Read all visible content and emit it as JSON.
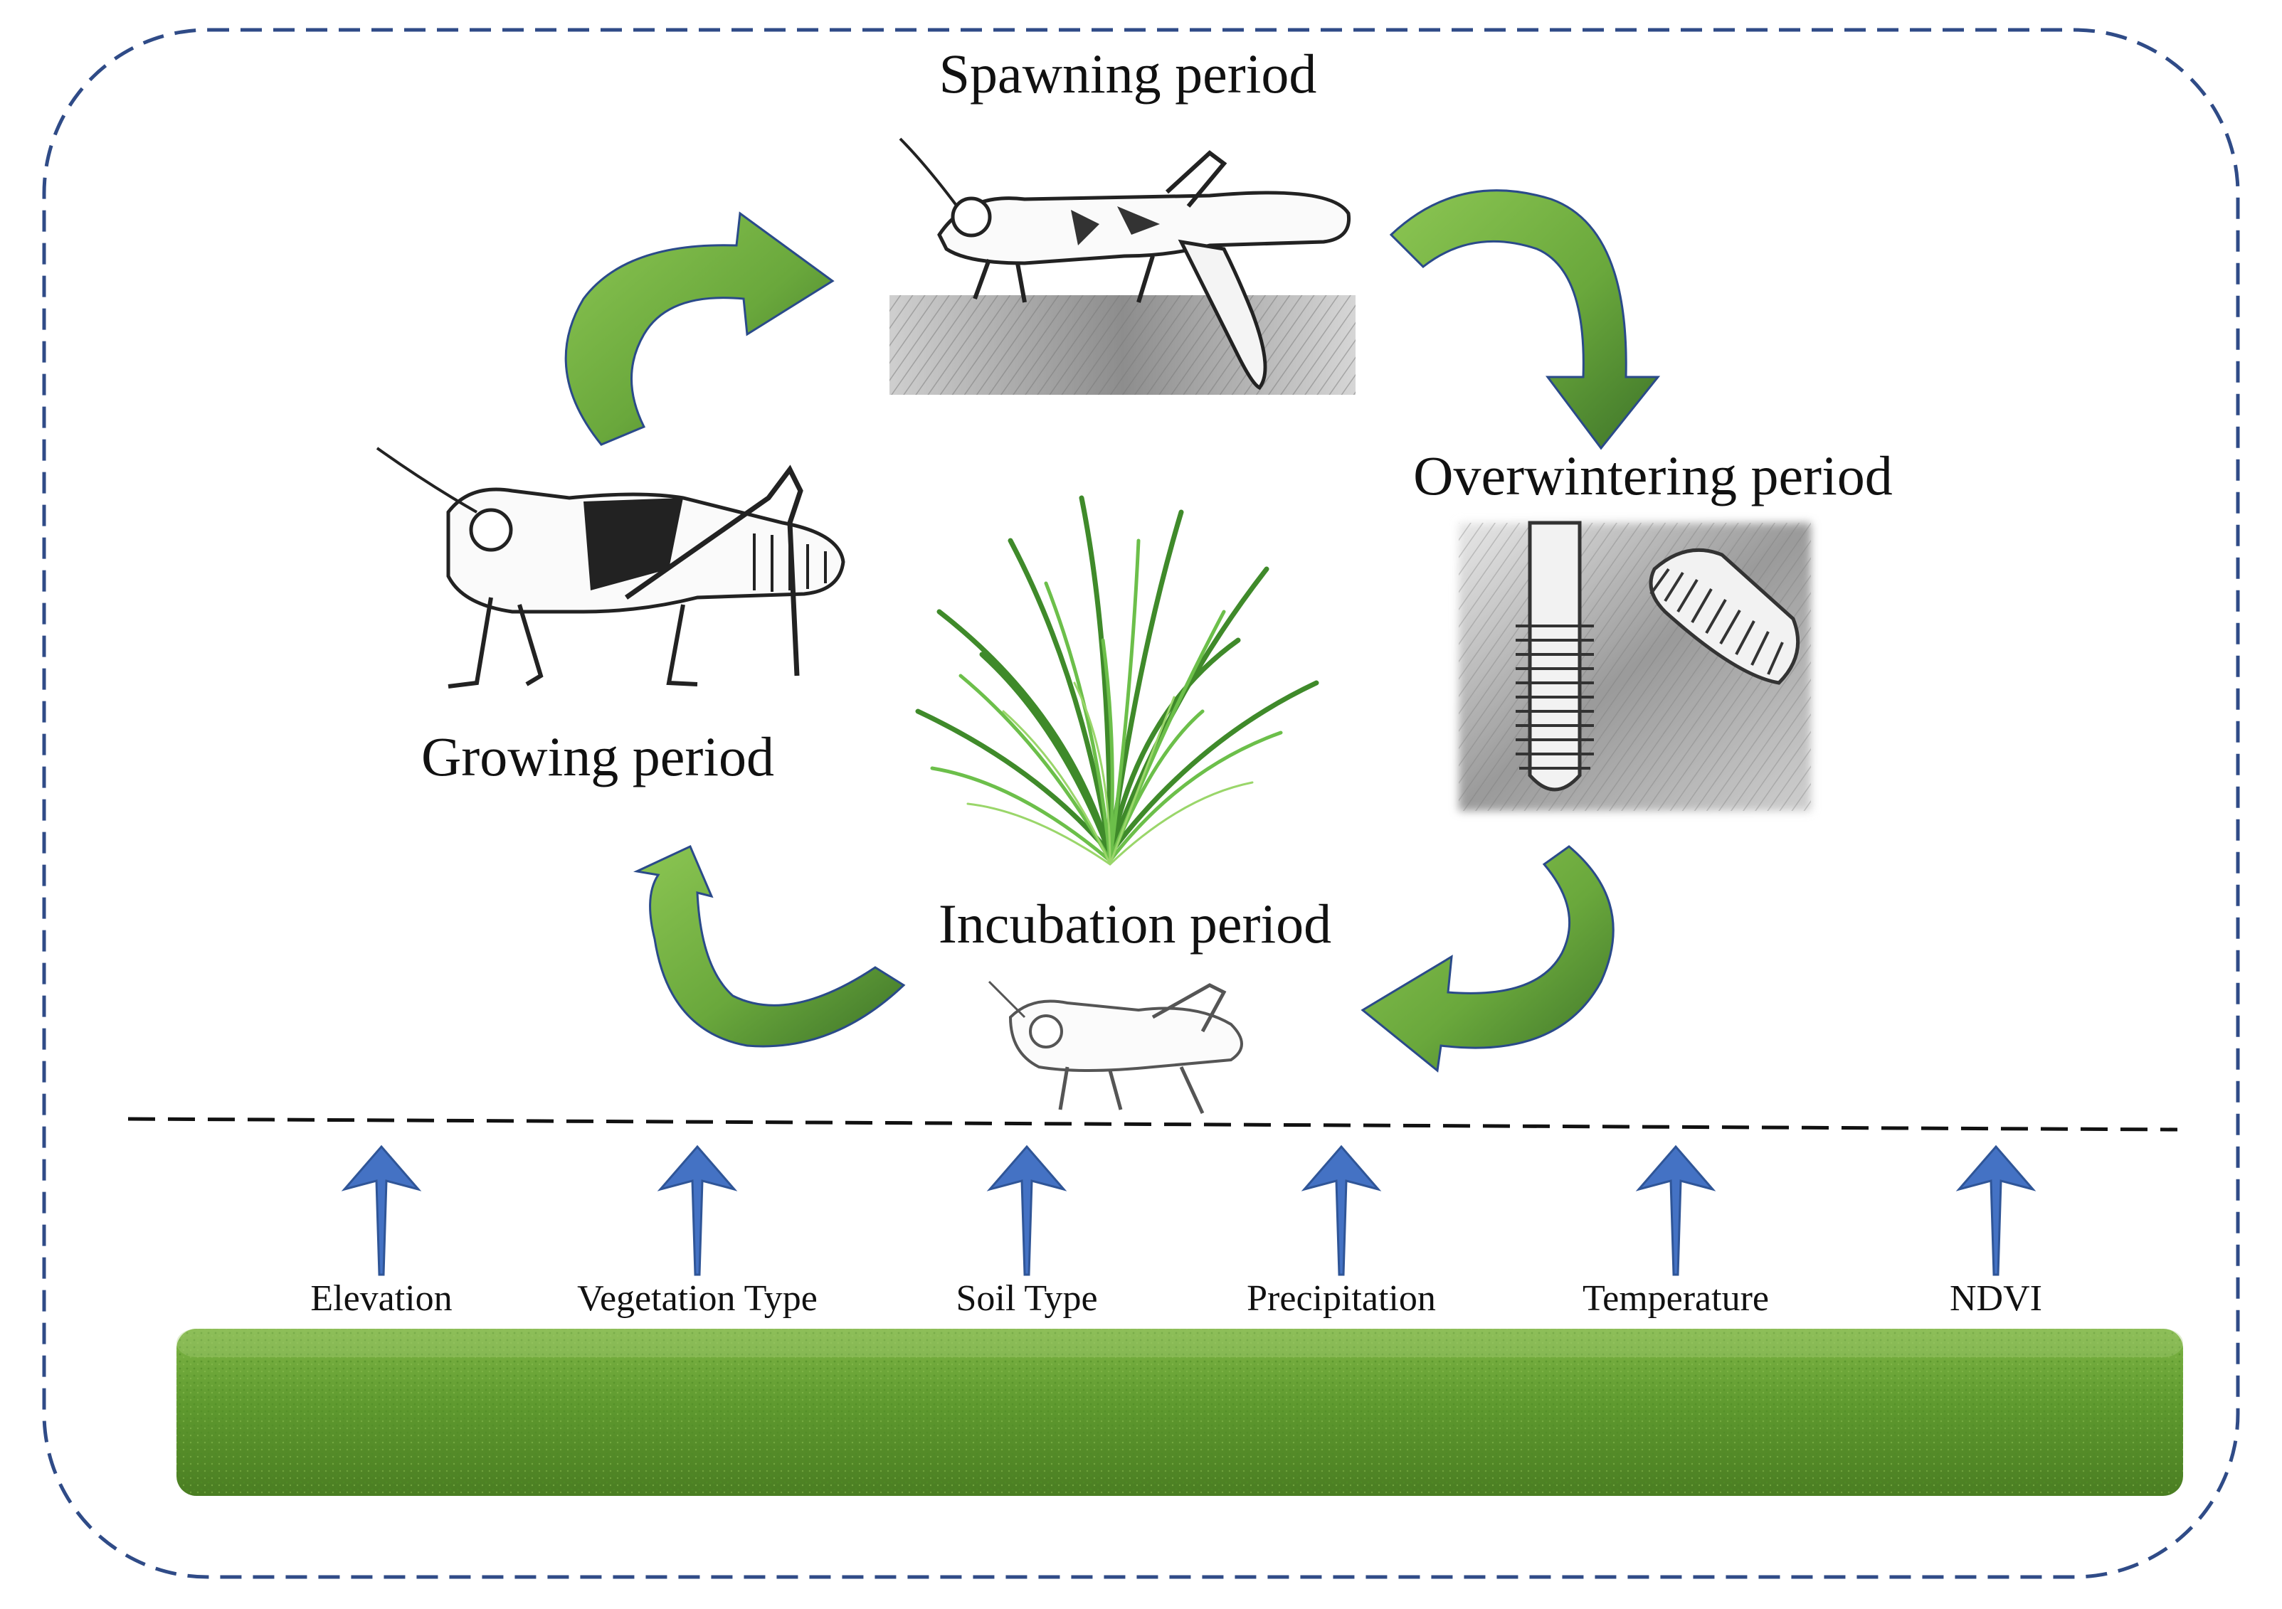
{
  "stages": {
    "spawning": "Spawning period",
    "overwintering": "Overwintering period",
    "incubation": "Incubation period",
    "growing": "Growing period"
  },
  "factors": [
    "Elevation",
    "Vegetation Type",
    "Soil Type",
    "Precipitation",
    "Temperature",
    "NDVI"
  ],
  "colors": {
    "frame_border": "#2f4b87",
    "arrow_green_light": "#74b243",
    "arrow_green_dark": "#3f7a2a",
    "arrow_outline": "#2a4a8a",
    "factor_arrow": "#4472c4",
    "grass_field": "#5f9a2f"
  },
  "icons": {
    "spawning_image": "grasshopper-laying-eggs-illustration",
    "overwintering_image": "egg-pods-in-soil-illustration",
    "incubation_image": "grasshopper-nymph-illustration",
    "growing_image": "adult-grasshopper-illustration",
    "center_image": "grass-tuft-icon",
    "ground_image": "grass-field-strip"
  }
}
